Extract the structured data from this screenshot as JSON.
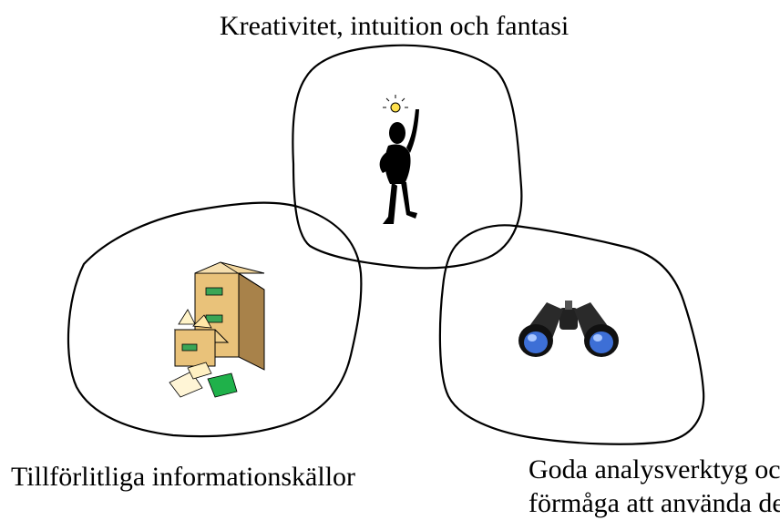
{
  "labels": {
    "creativity": "Kreativitet, intuition och fantasi",
    "sources": "Tillförlitliga informationskällor",
    "tools_line1": "Goda analysverktyg och",
    "tools_line2": "förmåga att använda dem"
  },
  "icons": {
    "top": "thinking-person-lightbulb-icon",
    "left": "file-cabinet-icon",
    "right": "binoculars-icon"
  },
  "colors": {
    "outline": "#000000",
    "cabinet": "#e9c27a",
    "binocular_lens": "#3d6fd6",
    "folder_green": "#1fb14a",
    "bulb": "#ffe14d"
  }
}
